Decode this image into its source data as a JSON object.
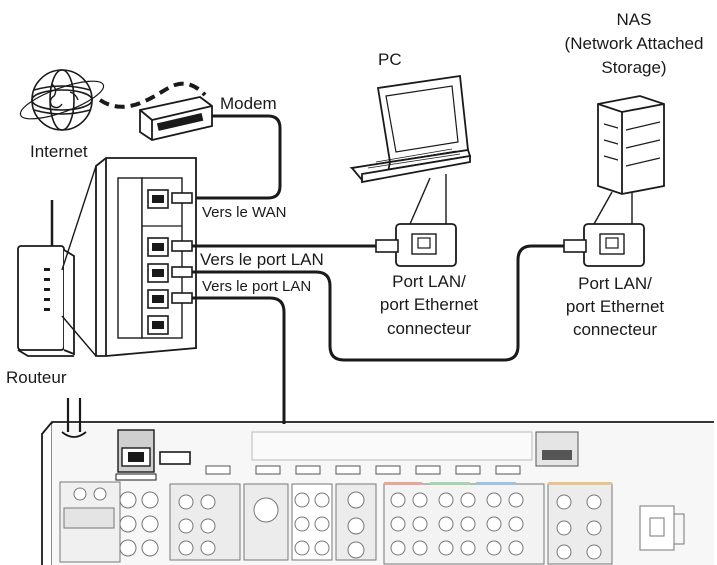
{
  "labels": {
    "nas_line1": "NAS",
    "nas_line2": "(Network Attached",
    "nas_line3": "Storage)",
    "pc": "PC",
    "modem": "Modem",
    "internet": "Internet",
    "routeur": "Routeur",
    "vers_wan": "Vers le WAN",
    "vers_lan_1": "Vers le port LAN",
    "vers_lan_2": "Vers le port LAN",
    "pc_port_line1": "Port LAN/",
    "pc_port_line2": "port Ethernet",
    "pc_port_line3": "connecteur",
    "nas_port_line1": "Port LAN/",
    "nas_port_line2": "port Ethernet",
    "nas_port_line3": "connecteur"
  },
  "colors": {
    "line": "#1a1a1a",
    "device_fill": "#ffffff",
    "receiver_fill": "#f4f4f4",
    "lan_port_highlight": "#cfcfcf"
  }
}
